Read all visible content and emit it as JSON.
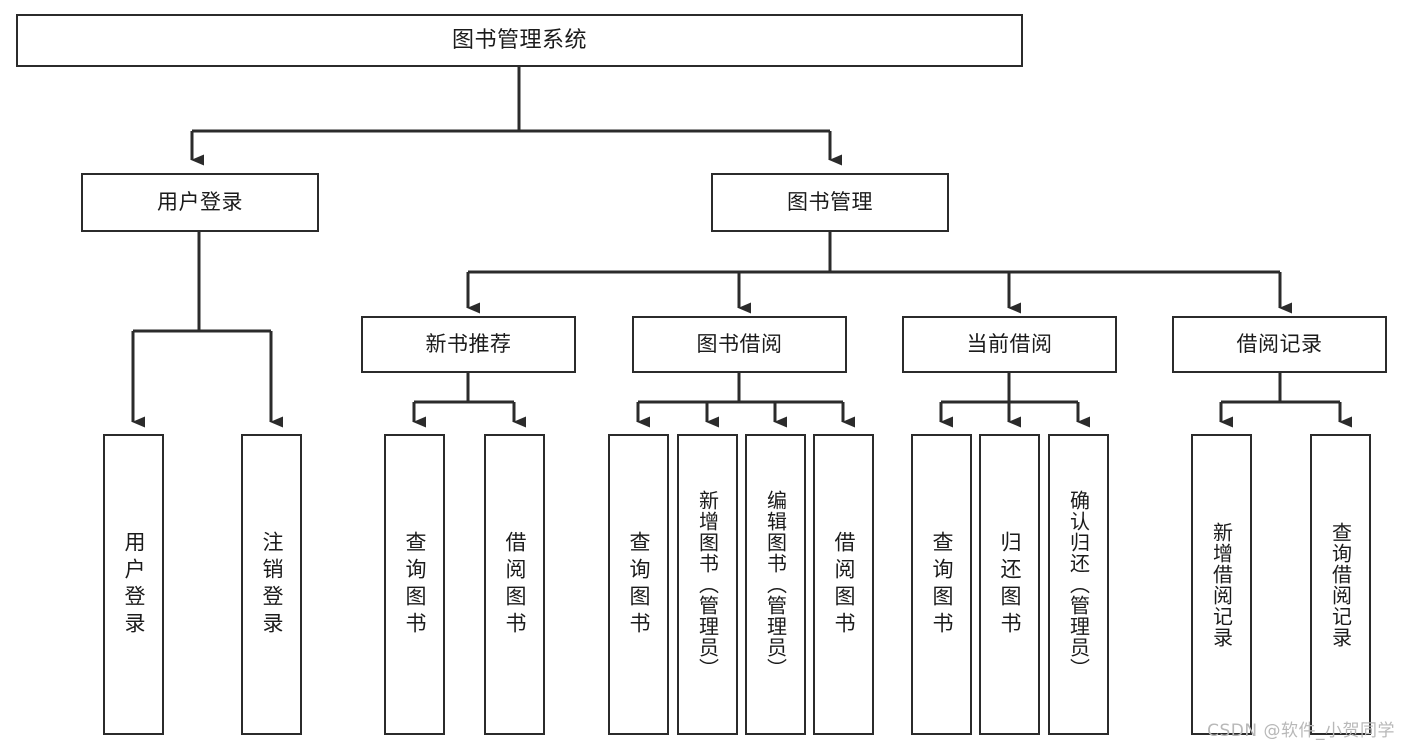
{
  "diagram": {
    "type": "tree-hierarchy",
    "title": "图书管理系统",
    "orientation": "top-down",
    "colors": {
      "stroke": "#2b2b2b",
      "fill": "#ffffff",
      "text": "#1b1b1b",
      "watermark": "#b8b8b8"
    },
    "root": {
      "label": "图书管理系统"
    },
    "level2": [
      {
        "id": "user-login",
        "label": "用户登录"
      },
      {
        "id": "book-management",
        "label": "图书管理"
      }
    ],
    "level3": [
      {
        "id": "new-book-recommend",
        "label": "新书推荐",
        "parent": "book-management"
      },
      {
        "id": "book-borrow",
        "label": "图书借阅",
        "parent": "book-management"
      },
      {
        "id": "current-borrow",
        "label": "当前借阅",
        "parent": "book-management"
      },
      {
        "id": "borrow-record",
        "label": "借阅记录",
        "parent": "book-management"
      }
    ],
    "leaves": {
      "user_login": [
        {
          "id": "leaf-user-login",
          "label": "用户登录"
        },
        {
          "id": "leaf-user-logout",
          "label": "注销登录"
        }
      ],
      "new_book_recommend": [
        {
          "id": "leaf-query-book-1",
          "label": "查询图书"
        },
        {
          "id": "leaf-borrow-book-1",
          "label": "借阅图书"
        }
      ],
      "book_borrow": [
        {
          "id": "leaf-query-book-2",
          "label": "查询图书"
        },
        {
          "id": "leaf-add-book",
          "label": "新增图书（管理员）"
        },
        {
          "id": "leaf-edit-book",
          "label": "编辑图书（管理员）"
        },
        {
          "id": "leaf-borrow-book-2",
          "label": "借阅图书"
        }
      ],
      "current_borrow": [
        {
          "id": "leaf-query-book-3",
          "label": "查询图书"
        },
        {
          "id": "leaf-return-book",
          "label": "归还图书"
        },
        {
          "id": "leaf-confirm-return",
          "label": "确认归还（管理员）"
        }
      ],
      "borrow_record": [
        {
          "id": "leaf-add-record",
          "label": "新增借阅记录"
        },
        {
          "id": "leaf-query-record",
          "label": "查询借阅记录"
        }
      ]
    }
  },
  "watermark": {
    "text": "CSDN @软件_小贺同学"
  }
}
